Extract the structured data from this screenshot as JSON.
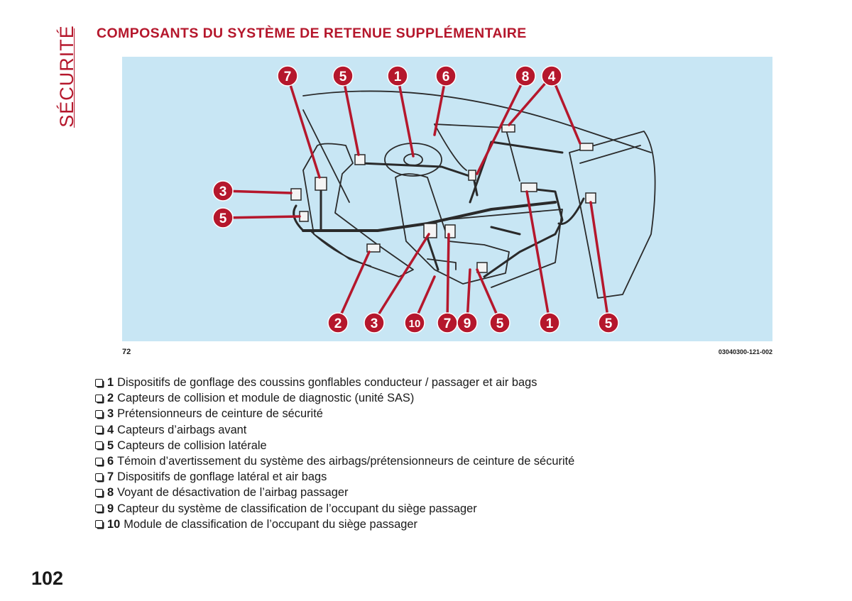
{
  "section_tab": "SÉCURITÉ",
  "title": "COMPOSANTS DU SYSTÈME DE RETENUE SUPPLÉMENTAIRE",
  "figure": {
    "number": "72",
    "code": "03040300-121-002",
    "top_callouts": [
      "7",
      "5",
      "1",
      "6",
      "8",
      "4"
    ],
    "left_callouts": [
      "3",
      "5"
    ],
    "bottom_callouts": [
      "2",
      "3",
      "10",
      "7",
      "9",
      "5",
      "1",
      "5"
    ],
    "callout_color": "#b5172c",
    "background_color": "#c8e6f4"
  },
  "legend": [
    {
      "num": "1",
      "text": "Dispositifs de gonflage des coussins gonflables conducteur  / passager et air bags"
    },
    {
      "num": "2",
      "text": "Capteurs de collision et module de diagnostic (unité SAS)"
    },
    {
      "num": "3",
      "text": "Prétensionneurs de ceinture de sécurité"
    },
    {
      "num": "4",
      "text": "Capteurs d’airbags avant"
    },
    {
      "num": "5",
      "text": "Capteurs de collision latérale"
    },
    {
      "num": "6",
      "text": "Témoin d’avertissement du système des airbags/prétensionneurs de ceinture de sécurité"
    },
    {
      "num": "7",
      "text": "Dispositifs de gonflage latéral et air bags"
    },
    {
      "num": "8",
      "text": "Voyant de désactivation de l’airbag passager"
    },
    {
      "num": "9",
      "text": "Capteur du système de classification de l’occupant du siège passager"
    },
    {
      "num": "10",
      "text": "Module de classification de l’occupant du siège passager"
    }
  ],
  "page_number": "102"
}
